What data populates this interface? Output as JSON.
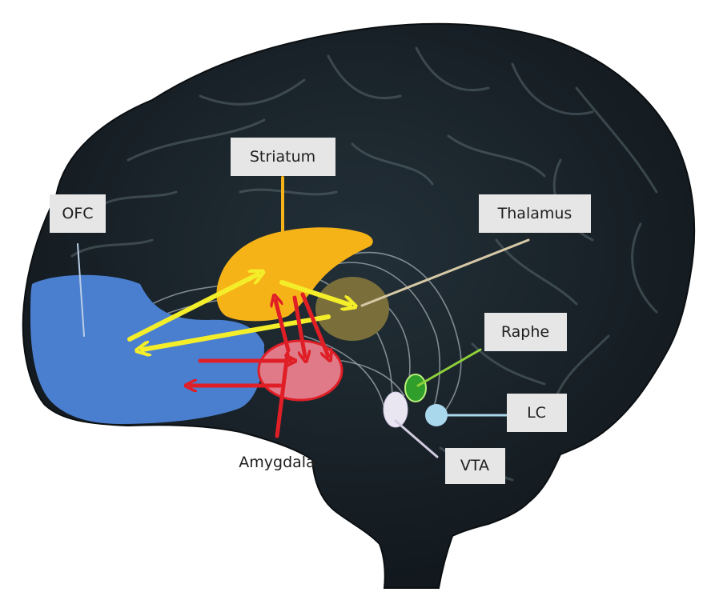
{
  "labels": {
    "striatum": "Striatum",
    "ofc": "OFC",
    "thalamus": "Thalamus",
    "raphe": "Raphe",
    "lc": "LC",
    "vta": "VTA",
    "amygdala": "Amygdala"
  },
  "colors": {
    "brain": "#141b21",
    "ofc": "#4a7fd0",
    "striatum": "#f6b318",
    "thalamus": "#7a6f3a",
    "amygdala": "#e07a88",
    "raphe": "#2f9e2a",
    "lc": "#a9d8ec",
    "vta": "#e9e6f2",
    "yellow_arrow": "#f4ee2a",
    "red_arrow": "#e01e26",
    "label_box": "#e6e6e6"
  }
}
